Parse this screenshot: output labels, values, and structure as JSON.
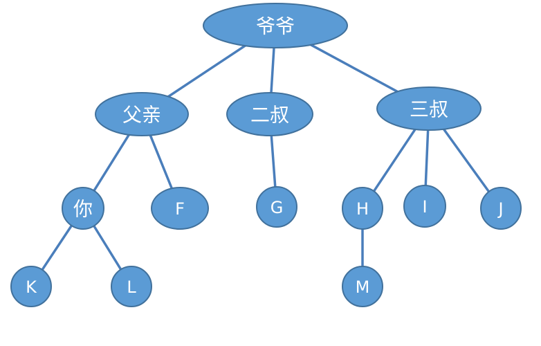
{
  "diagram": {
    "type": "tree",
    "nodes": [
      {
        "id": "yeye",
        "label": "爷爷"
      },
      {
        "id": "fuqin",
        "label": "父亲"
      },
      {
        "id": "ershu",
        "label": "二叔"
      },
      {
        "id": "sanshu",
        "label": "三叔"
      },
      {
        "id": "ni",
        "label": "你"
      },
      {
        "id": "f",
        "label": "F"
      },
      {
        "id": "g",
        "label": "G"
      },
      {
        "id": "h",
        "label": "H"
      },
      {
        "id": "i",
        "label": "I"
      },
      {
        "id": "j",
        "label": "J"
      },
      {
        "id": "k",
        "label": "K"
      },
      {
        "id": "l",
        "label": "L"
      },
      {
        "id": "m",
        "label": "M"
      }
    ],
    "edges": [
      {
        "from": "yeye",
        "to": "fuqin"
      },
      {
        "from": "yeye",
        "to": "ershu"
      },
      {
        "from": "yeye",
        "to": "sanshu"
      },
      {
        "from": "fuqin",
        "to": "ni"
      },
      {
        "from": "fuqin",
        "to": "f"
      },
      {
        "from": "ershu",
        "to": "g"
      },
      {
        "from": "sanshu",
        "to": "h"
      },
      {
        "from": "sanshu",
        "to": "i"
      },
      {
        "from": "sanshu",
        "to": "j"
      },
      {
        "from": "ni",
        "to": "k"
      },
      {
        "from": "ni",
        "to": "l"
      },
      {
        "from": "h",
        "to": "m"
      }
    ],
    "colors": {
      "node_fill": "#5b9bd5",
      "node_border": "#41719c",
      "edge": "#4a7ebb",
      "label": "#ffffff"
    }
  }
}
